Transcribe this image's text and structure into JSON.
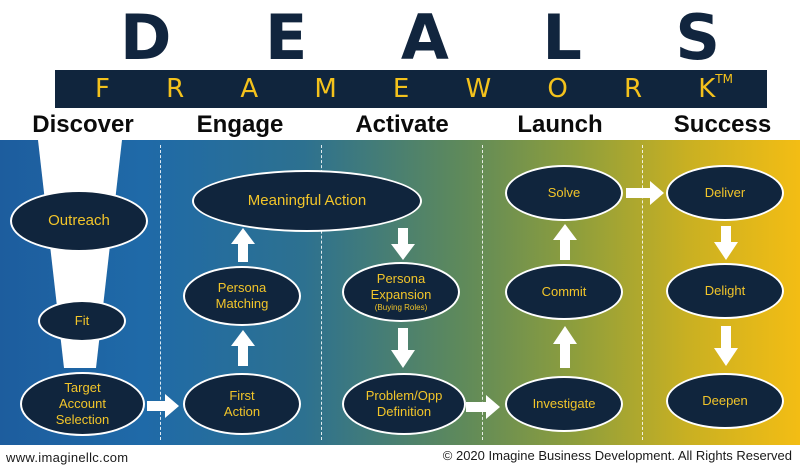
{
  "title": {
    "letters": [
      "D",
      "E",
      "A",
      "L",
      "S"
    ]
  },
  "subtitle": {
    "letters": [
      "F",
      "R",
      "A",
      "M",
      "E",
      "W",
      "O",
      "R",
      "K"
    ],
    "mark": "TM"
  },
  "phases": [
    "Discover",
    "Engage",
    "Activate",
    "Launch",
    "Success"
  ],
  "nodes": {
    "outreach": "Outreach",
    "fit": "Fit",
    "target": [
      "Target",
      "Account",
      "Selection"
    ],
    "meaningful": "Meaningful Action",
    "persona_matching": [
      "Persona",
      "Matching"
    ],
    "first_action": [
      "First",
      "Action"
    ],
    "persona_expansion": [
      "Persona",
      "Expansion"
    ],
    "buying_roles": "(Buying Roles)",
    "problem_opp": [
      "Problem/Opp",
      "Definition"
    ],
    "solve": "Solve",
    "commit": "Commit",
    "investigate": "Investigate",
    "deliver": "Deliver",
    "delight": "Delight",
    "deepen": "Deepen"
  },
  "footer": {
    "website": "www.imaginellc.com",
    "copyright": "© 2020 Imagine Business Development. All Rights Reserved"
  },
  "colors": {
    "navy": "#10253d",
    "gold": "#f2c52a",
    "gradient_start": "#1d5d9e",
    "gradient_end": "#f3bd14"
  }
}
